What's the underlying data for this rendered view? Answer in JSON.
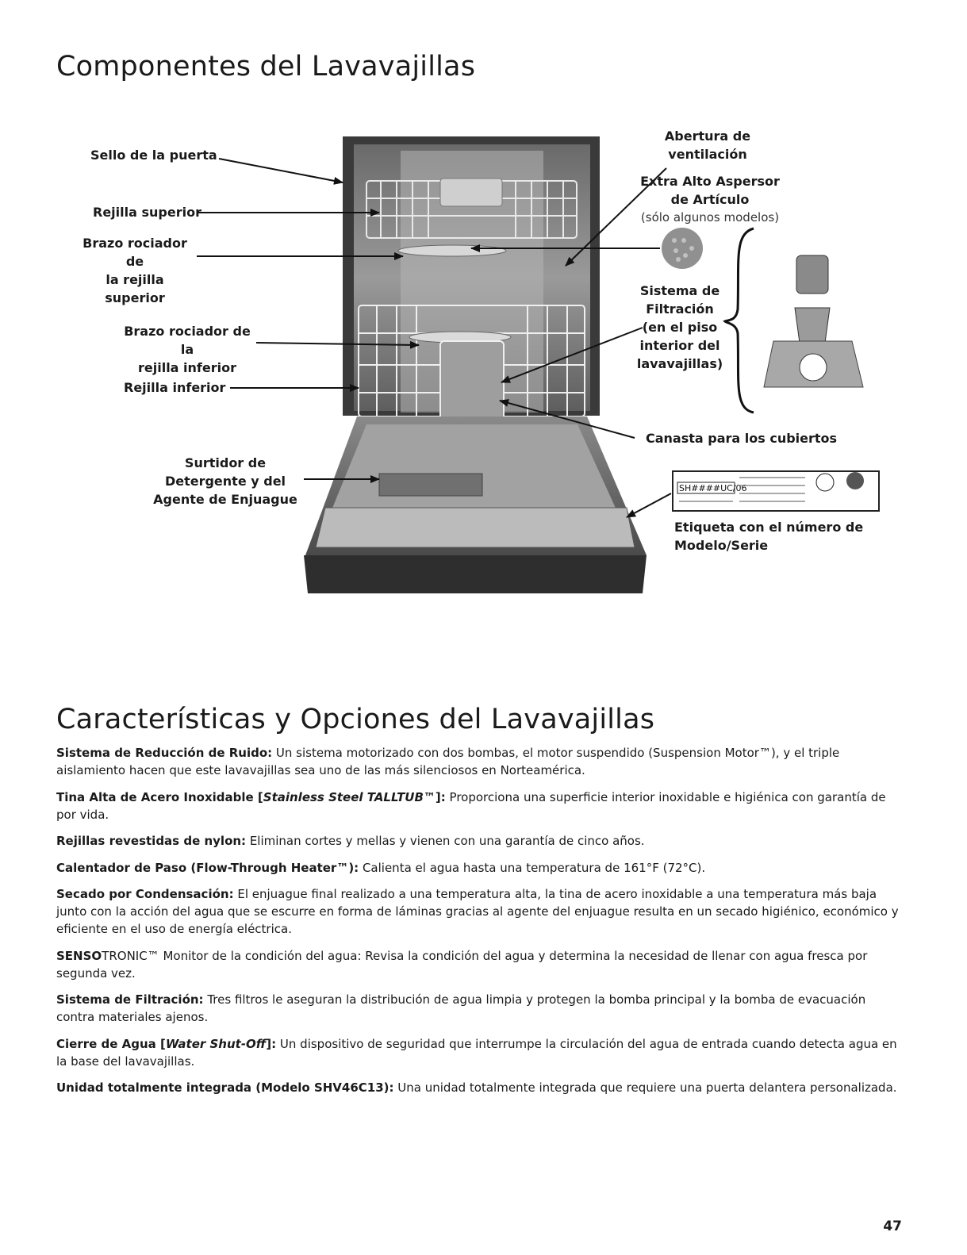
{
  "section1": {
    "title": "Componentes del Lavavajillas"
  },
  "labels": {
    "door_seal": "Sello de la puerta",
    "upper_rack": "Rejilla superior",
    "upper_spray_arm": [
      "Brazo rociador de",
      "la rejilla superior"
    ],
    "lower_spray_arm": [
      "Brazo rociador de la",
      "rejilla inferior"
    ],
    "lower_rack": "Rejilla inferior",
    "dispenser": [
      "Surtidor de",
      "Detergente y del",
      "Agente de Enjuague"
    ],
    "vent": [
      "Abertura de",
      "ventilación"
    ],
    "extra_tall": [
      "Extra Alto Aspersor",
      "de Artículo"
    ],
    "extra_tall_note": "(sólo algunos modelos)",
    "filter": [
      "Sistema de",
      "Filtración",
      "(en el piso",
      "interior del",
      "lavavajillas)"
    ],
    "basket": "Canasta para los cubiertos",
    "rating_label": [
      "Etiqueta con el número de",
      "Modelo/Serie"
    ],
    "rating_plate_text": "SH####UC/06"
  },
  "section2": {
    "title": "Características y Opciones del Lavavajillas",
    "features": [
      {
        "term": "Sistema de Reducción de Ruido:",
        "text": " Un sistema motorizado con dos bombas, el motor suspendido (Suspension Motor™), y el triple aislamiento hacen que este lavavajillas sea uno de las más silenciosos en Norteamérica."
      },
      {
        "term_pre": "Tina Alta de Acero Inoxidable [",
        "term_italic": "Stainless Steel TALLTUB™",
        "term_post": "]:",
        "text": " Proporciona una superficie interior inoxidable e higiénica con garantía de por vida."
      },
      {
        "term": "Rejillas revestidas de nylon:",
        "text": " Eliminan cortes y mellas y vienen con una garantía de cinco años."
      },
      {
        "term": "Calentador de Paso (Flow-Through Heater™):",
        "text": " Calienta el agua hasta una temperatura de 161°F (72°C)."
      },
      {
        "term": "Secado por Condensación:",
        "text": " El enjuague final realizado a una temperatura alta, la tina de acero inoxidable a una temperatura más baja junto con la acción del agua que se escurre en forma de láminas gracias al agente del enjuague resulta en un secado higiénico, económico y eficiente en el uso de energía eléctrica."
      },
      {
        "term": "SENSO",
        "term_rest": "TRONIC™",
        "text": " Monitor de la condición del agua: Revisa la condición del agua y determina la necesidad de llenar con agua fresca por segunda vez."
      },
      {
        "term": "Sistema de Filtración:",
        "text": " Tres filtros le aseguran la distribución de agua limpia y protegen la bomba principal y la bomba de evacuación contra materiales ajenos."
      },
      {
        "term_pre": "Cierre de Agua [",
        "term_italic": "Water Shut-Off",
        "term_post": "]:",
        "text": " Un dispositivo de seguridad que interrumpe la circulación del agua de entrada cuando detecta agua en la base del lavavajillas."
      },
      {
        "term": "Unidad totalmente integrada (Modelo SHV46C13):",
        "text": " Una unidad totalmente integrada que requiere una puerta delantera personalizada."
      }
    ]
  },
  "page_number": "47"
}
